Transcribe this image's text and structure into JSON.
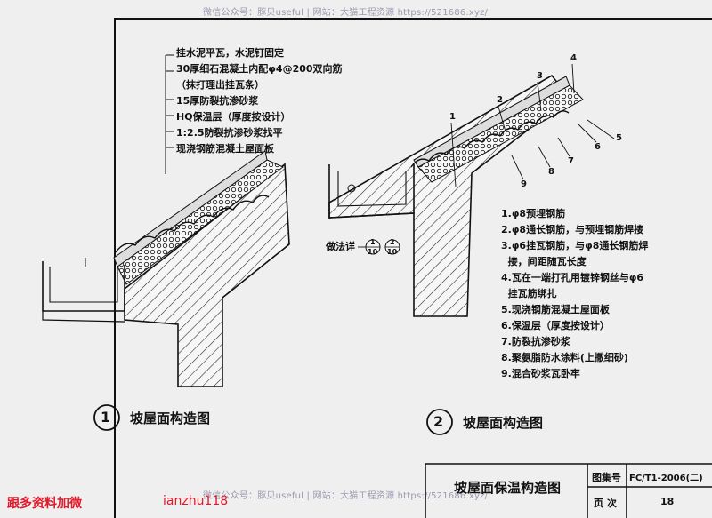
{
  "watermark": {
    "top": "微信公众号：豚贝useful  |  网站：大猫工程资源 https://521686.xyz/",
    "bottom": "微信公众号：豚贝useful  |  网站：大猫工程资源 https://521686.xyz/"
  },
  "figure1": {
    "notes": [
      "挂水泥平瓦，水泥钉固定",
      "30厚细石混凝土内配φ4@200双向筋",
      "（抹打理出挂瓦条）",
      "15厚防裂抗渗砂浆",
      "HQ保温层（厚度按设计）",
      "1:2.5防裂抗渗砂浆找平",
      "现浇钢筋混凝土屋面板"
    ],
    "number": "1",
    "caption": "坡屋面构造图"
  },
  "figure2": {
    "detail_label": "做法详",
    "detail_ref_top": "1",
    "detail_ref_bottom": "10",
    "detail_ref2_top": "2",
    "detail_ref2_bottom": "10",
    "callouts": [
      "1",
      "2",
      "3",
      "4",
      "5",
      "6",
      "7",
      "8",
      "9"
    ],
    "legend": [
      "1.φ8预埋钢筋",
      "2.φ8通长钢筋，与预埋钢筋焊接",
      "3.φ6挂瓦钢筋，与φ8通长钢筋焊",
      "  接，间距随瓦长度",
      "4.瓦在一端打孔用镀锌钢丝与φ6",
      "  挂瓦筋绑扎",
      "5.现浇钢筋混凝土屋面板",
      "6.保温层（厚度按设计）",
      "7.防裂抗渗砂浆",
      "8.聚氨脂防水涂料(上撒细砂)",
      "9.混合砂浆瓦卧牢"
    ],
    "number": "2",
    "caption": "坡屋面构造图"
  },
  "title_block": {
    "title": "坡屋面保温构造图",
    "atlas_label": "图集号",
    "atlas_value": "FC/T1-2006(二)",
    "page_label": "页  次",
    "page_value": "18"
  },
  "footer": {
    "left_text": "跟多资料加微",
    "right_text": "ianzhu118",
    "left_color": "#e0192b",
    "right_color": "#e0192b"
  }
}
